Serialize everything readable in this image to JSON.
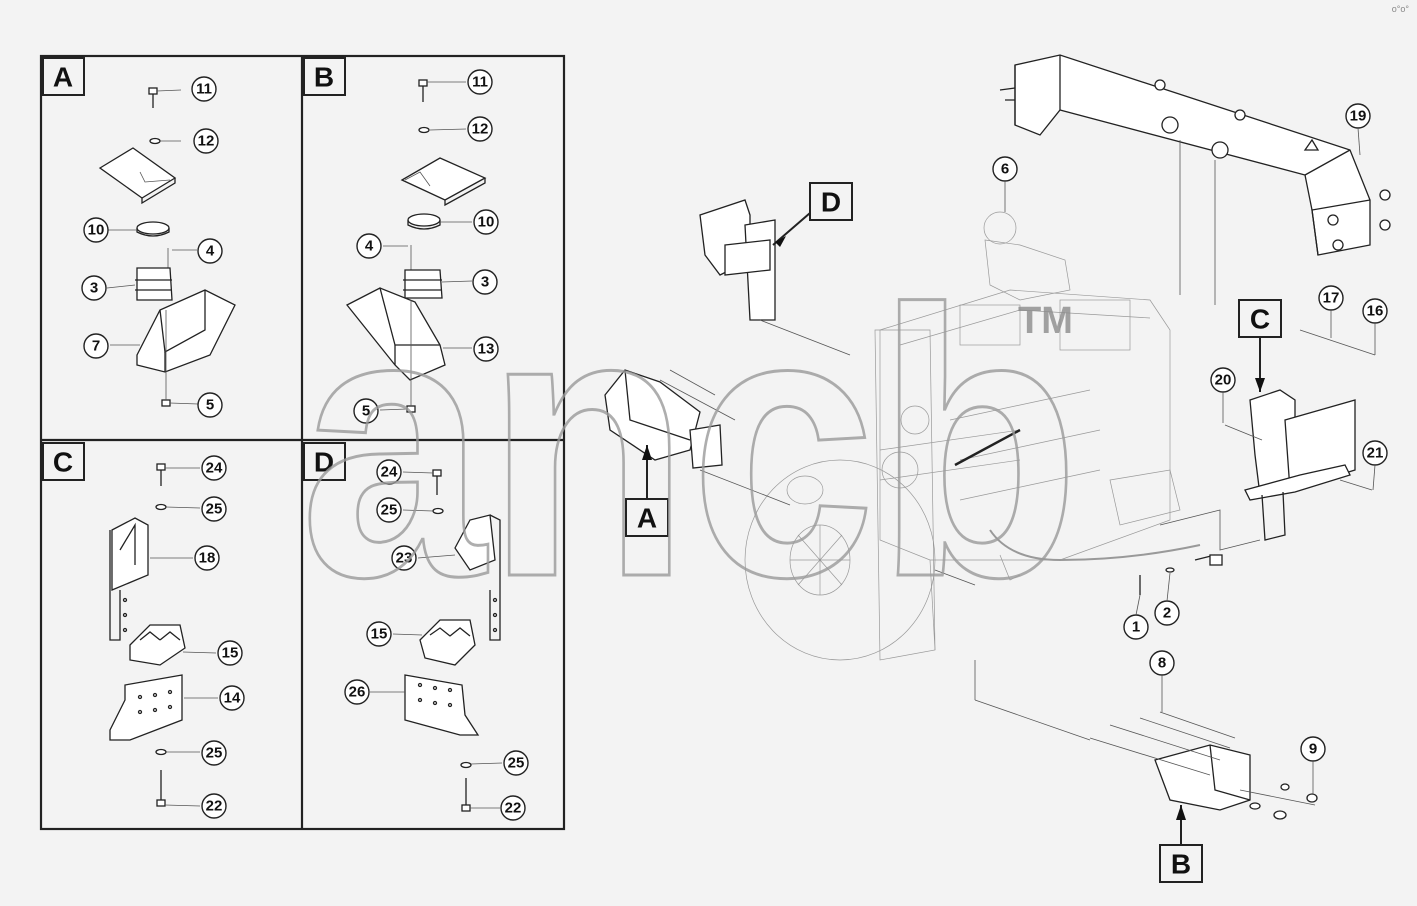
{
  "panels": [
    {
      "id": "A",
      "label": "A",
      "callouts": [
        "11",
        "12",
        "10",
        "4",
        "3",
        "7",
        "5"
      ]
    },
    {
      "id": "B",
      "label": "B",
      "callouts": [
        "11",
        "12",
        "10",
        "4",
        "3",
        "13",
        "5"
      ]
    },
    {
      "id": "C",
      "label": "C",
      "callouts": [
        "24",
        "25",
        "18",
        "15",
        "14",
        "25",
        "22"
      ]
    },
    {
      "id": "D",
      "label": "D",
      "callouts": [
        "24",
        "25",
        "23",
        "15",
        "26",
        "25",
        "22"
      ]
    }
  ],
  "main_labels": {
    "A": "A",
    "B": "B",
    "C": "C",
    "D": "D"
  },
  "main_callouts": [
    "6",
    "19",
    "17",
    "16",
    "20",
    "21",
    "1",
    "2",
    "8",
    "9"
  ],
  "watermark": {
    "text": "ancb",
    "tm": "TM"
  },
  "corner_mark": "o°o°"
}
